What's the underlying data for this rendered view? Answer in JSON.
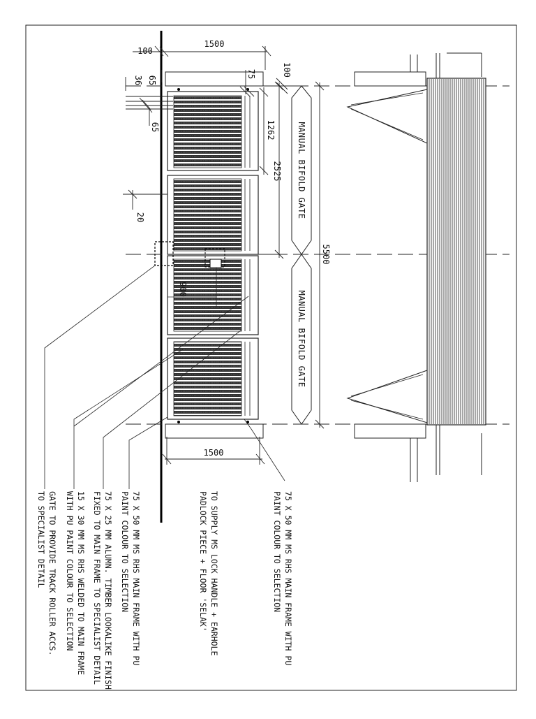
{
  "dimensions": {
    "d100_top": "100",
    "d1500_top": "1500",
    "d36": "36",
    "d65_a": "65",
    "d75": "75",
    "d100_right": "100",
    "d65_b": "65",
    "d1262": "1262",
    "d2525": "2525",
    "d20": "20",
    "d5500": "5500",
    "d900": "900",
    "d1500_bottom": "1500"
  },
  "gate_labels": {
    "upper": "MANUAL BIFOLD GATE",
    "lower": "MANUAL BIFOLD GATE"
  },
  "notes": {
    "right_1": "75 X 50 MM MS RHS MAIN FRAME WITH PU",
    "right_2": "PAINT COLOUR TO SELECTION",
    "mid_1": "TO SUPPLY MS LOCK HANDLE + EARHOLE",
    "mid_2": "PADLOCK PIECE + FLOOR 'SELAK'",
    "left_1": "75 X 50 MM MS RHS MAIN FRAME WITH PU",
    "left_2": "PAINT COLOUR TO SELECTION",
    "left_3": "75 X 25 MM ALUMN. TIMBER LOOKALIKE FINISH",
    "left_4": "FIXED TO MAIN FRAME TO SPECIALIST DETAIL",
    "left_5": "15 X 30 MM MS RHS WELDED TO MAIN FRAME",
    "left_6": "WITH PU PAINT COLOUR TO SELECTION",
    "left_7": "GATE TO PROVIDE TRACK ROLLER ACCS.",
    "left_8": "TO SPECIALIST DETAIL"
  }
}
